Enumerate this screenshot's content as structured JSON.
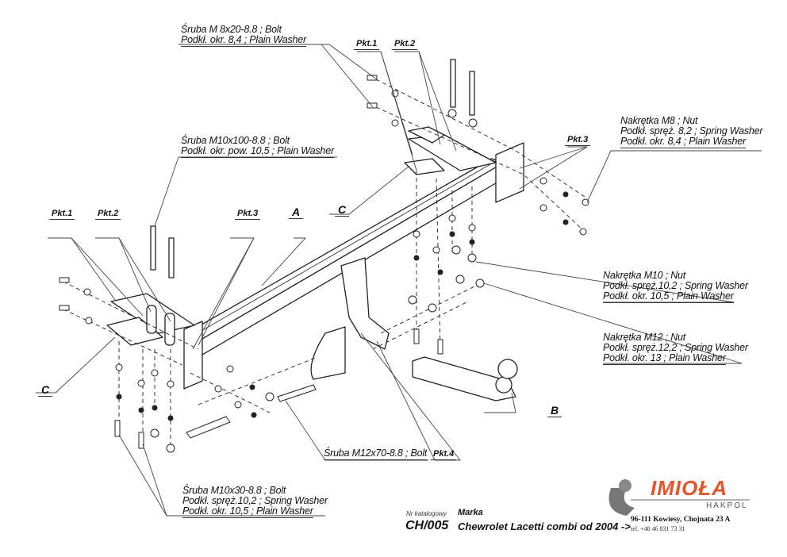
{
  "diagram": {
    "title": "Tow bar assembly exploded view",
    "callouts": {
      "bolt_m8": {
        "line1": "Śruba M 8x20-8.8 ;  Bolt",
        "line2": "Podkł. okr. 8,4 ; Plain Washer"
      },
      "bolt_m10x100": {
        "line1": "Śruba M10x100-8.8 ;  Bolt",
        "line2": "Podkł. okr. pow. 10,5 ; Plain Washer"
      },
      "nut_m8": {
        "line1": "Nakrętka  M8 ; Nut",
        "line2": "Podkł. spręż. 8,2 ; Spring Washer",
        "line3": "Podkł. okr. 8,4 ; Plain Washer"
      },
      "nut_m10": {
        "line1": "Nakrętka  M10 ; Nut",
        "line2": "Podkł. spręż.10,2 ; Spring Washer",
        "line3": "Podkł. okr. 10,5 ; Plain Washer"
      },
      "nut_m12": {
        "line1": "Nakrętka  M12 ; Nut",
        "line2": "Podkł. spręż.12,2 ; Spring Washer",
        "line3": "Podkł. okr. 13 ; Plain Washer"
      },
      "bolt_m12x70": {
        "line1": "Śruba M12x70-8.8 ;  Bolt"
      },
      "bolt_m10x30": {
        "line1": "Śruba M10x30-8.8 ;  Bolt",
        "line2": "Podkł. spręż.10,2 ; Spring Washer",
        "line3": "Podkł. okr. 10,5 ; Plain Washer"
      }
    },
    "points": {
      "pkt1_top": "Pkt.1",
      "pkt2_top": "Pkt.2",
      "pkt3_right": "Pkt.3",
      "pkt1_left": "Pkt.1",
      "pkt2_left": "Pkt.2",
      "pkt3_left": "Pkt.3",
      "pkt4": "Pkt.4"
    },
    "part_letters": {
      "a": "A",
      "b": "B",
      "c_top": "C",
      "c_left": "C"
    }
  },
  "title_block": {
    "catalog_label": "Nr katalogowy",
    "catalog_number": "CH/005",
    "brand_label": "Marka",
    "model": "Chewrolet Lacetti  combi  od 2004 ->"
  },
  "company": {
    "name": "IMIOŁA",
    "sub": "HAKPOL",
    "address": "96-111 Kowiesy, Chojnata 23 A",
    "phone": "tel. +48 46 831 73 31",
    "brand_color": "#e2542a"
  }
}
